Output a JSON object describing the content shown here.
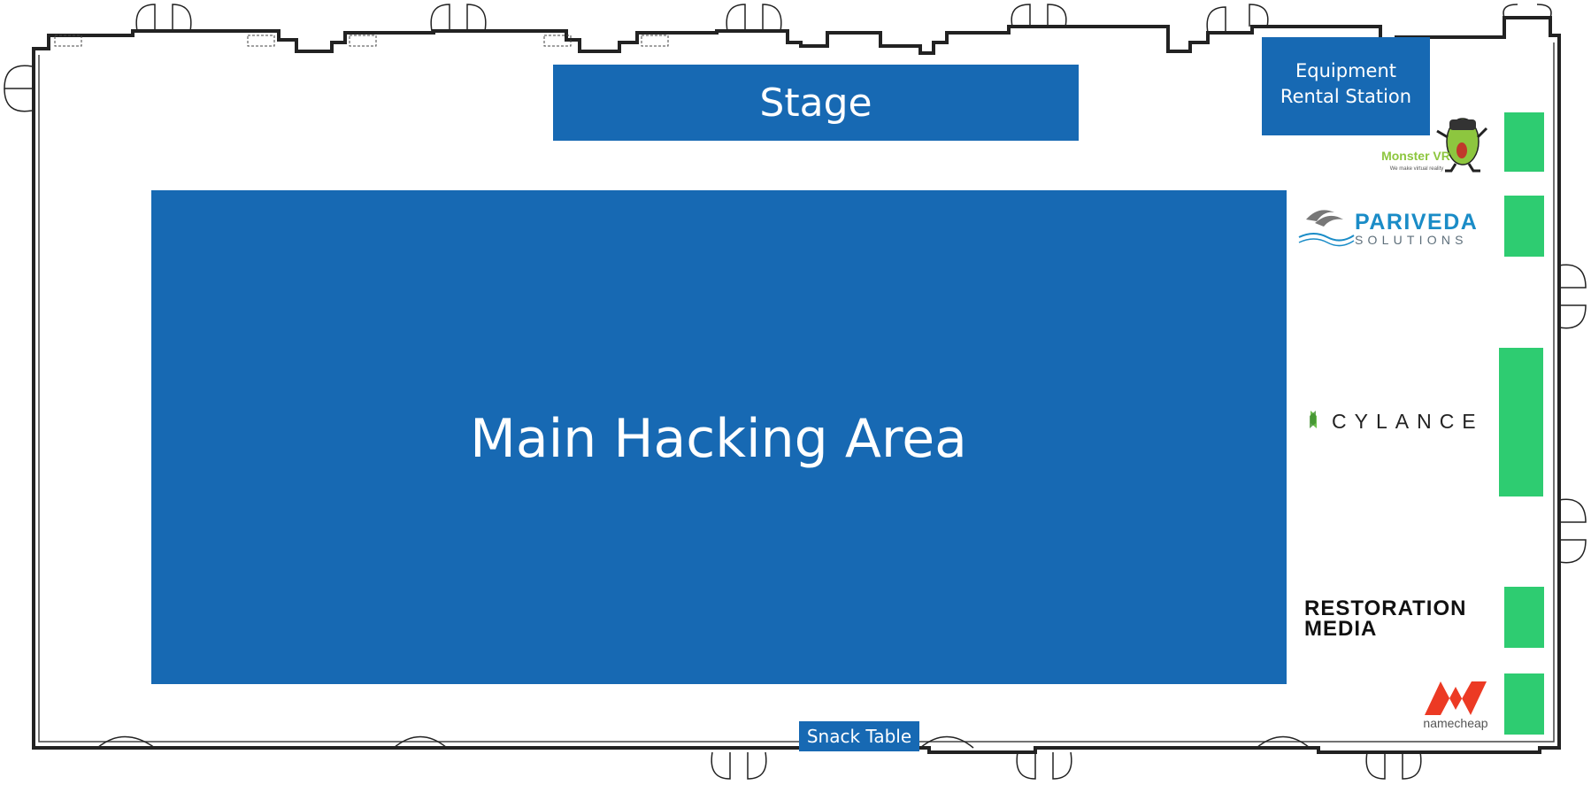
{
  "map": {
    "stage_label": "Stage",
    "main_area_label": "Main Hacking Area",
    "equipment_label_line1": "Equipment",
    "equipment_label_line2": "Rental Station",
    "snack_label": "Snack Table"
  },
  "sponsors": [
    {
      "name": "Monster VR",
      "tagline": "We make virtual reality",
      "icon": "monster-mascot-icon"
    },
    {
      "name_line1": "PARIVEDA",
      "name_line2": "SOLUTIONS",
      "icon": "dolphins-icon"
    },
    {
      "name": "CYLANCE",
      "icon": "cylance-mark-icon"
    },
    {
      "name_line1": "RESTORATION",
      "name_line2": "MEDIA"
    },
    {
      "name": "namecheap",
      "icon": "namecheap-n-icon"
    }
  ],
  "colors": {
    "zone_blue": "#1769b3",
    "booth_green": "#2ecc71",
    "wall": "#222222",
    "pariveda_blue": "#1a8cc7",
    "pariveda_gray": "#5e6f7b",
    "monster_green": "#8dc63f",
    "namecheap_red": "#ec3a24"
  }
}
